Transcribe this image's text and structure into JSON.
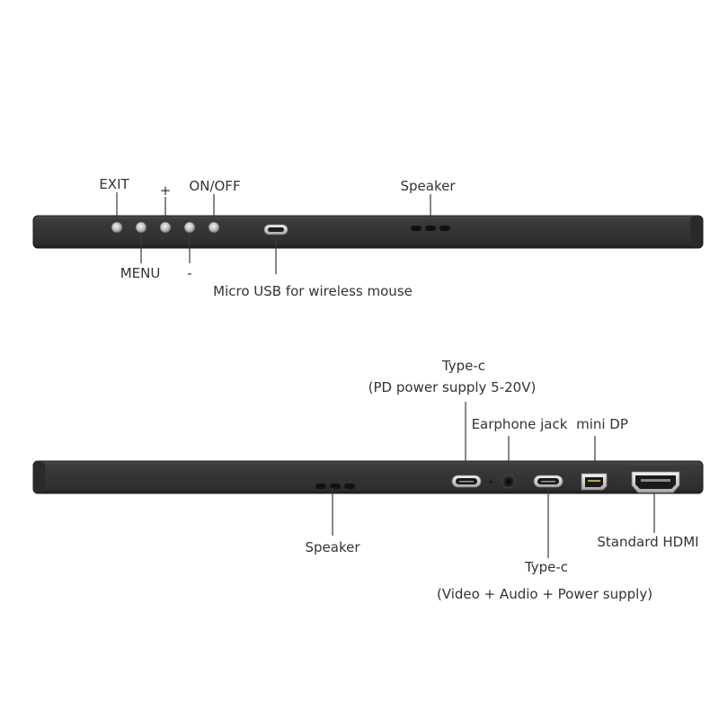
{
  "colors": {
    "panel": "#333333",
    "panel_edge": "#1c1c1c",
    "leader": "#3a3a3a",
    "label": "#333333",
    "port_silver": "#d4d4d4",
    "port_hole": "#202020"
  },
  "top_view": {
    "labels": {
      "exit": "EXIT",
      "menu": "MENU",
      "plus": "+",
      "minus": "-",
      "on_off": "ON/OFF",
      "speaker": "Speaker",
      "micro_usb": "Micro USB for wireless mouse"
    },
    "icons": [
      "button-icon",
      "micro-usb-port-icon",
      "speaker-grille-icon"
    ]
  },
  "bottom_view": {
    "labels": {
      "type_c_pd_line1": "Type-c",
      "type_c_pd_line2": "(PD power supply 5-20V)",
      "earphone_jack": "Earphone jack",
      "mini_dp": "mini DP",
      "speaker": "Speaker",
      "standard_hdmi": "Standard HDMI",
      "type_c_video_line1": "Type-c",
      "type_c_video_line2": "(Video + Audio + Power supply)"
    },
    "icons": [
      "usb-c-port-icon",
      "earphone-jack-icon",
      "mini-dp-port-icon",
      "hdmi-port-icon",
      "speaker-grille-icon"
    ]
  }
}
